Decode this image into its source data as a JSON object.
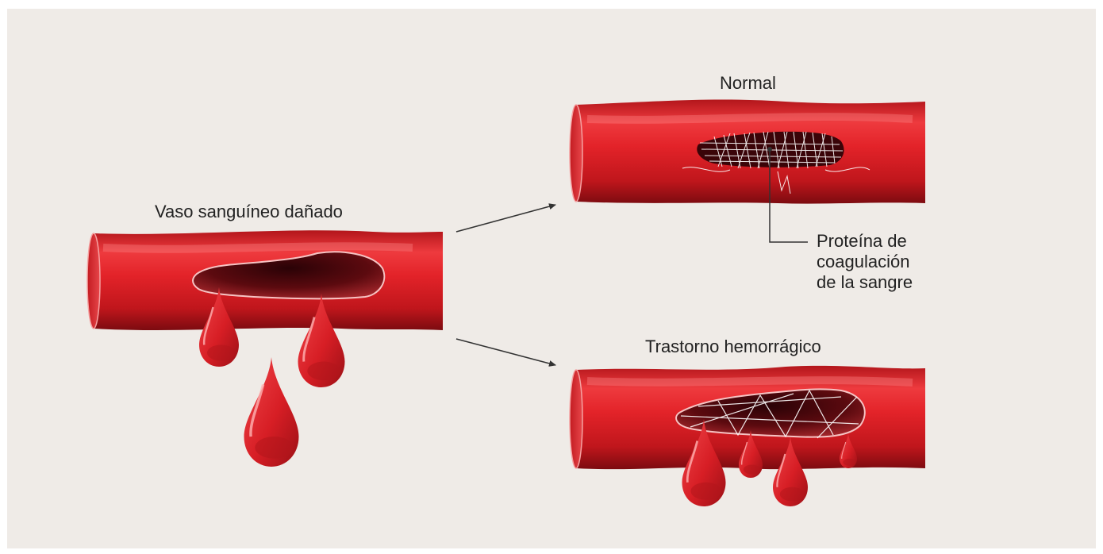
{
  "labels": {
    "damaged_vessel": "Vaso sanguíneo dañado",
    "normal": "Normal",
    "bleeding_disorder": "Trastorno hemorrágico",
    "clotting_protein": {
      "line1": "Proteína de",
      "line2": "coagulación",
      "line3": "de la sangre"
    }
  },
  "colors": {
    "background": "#efebe7",
    "vessel_red": "#d81f26",
    "vessel_dark": "#7a0c10",
    "fibrin": "#ffffff",
    "text": "#222222"
  }
}
